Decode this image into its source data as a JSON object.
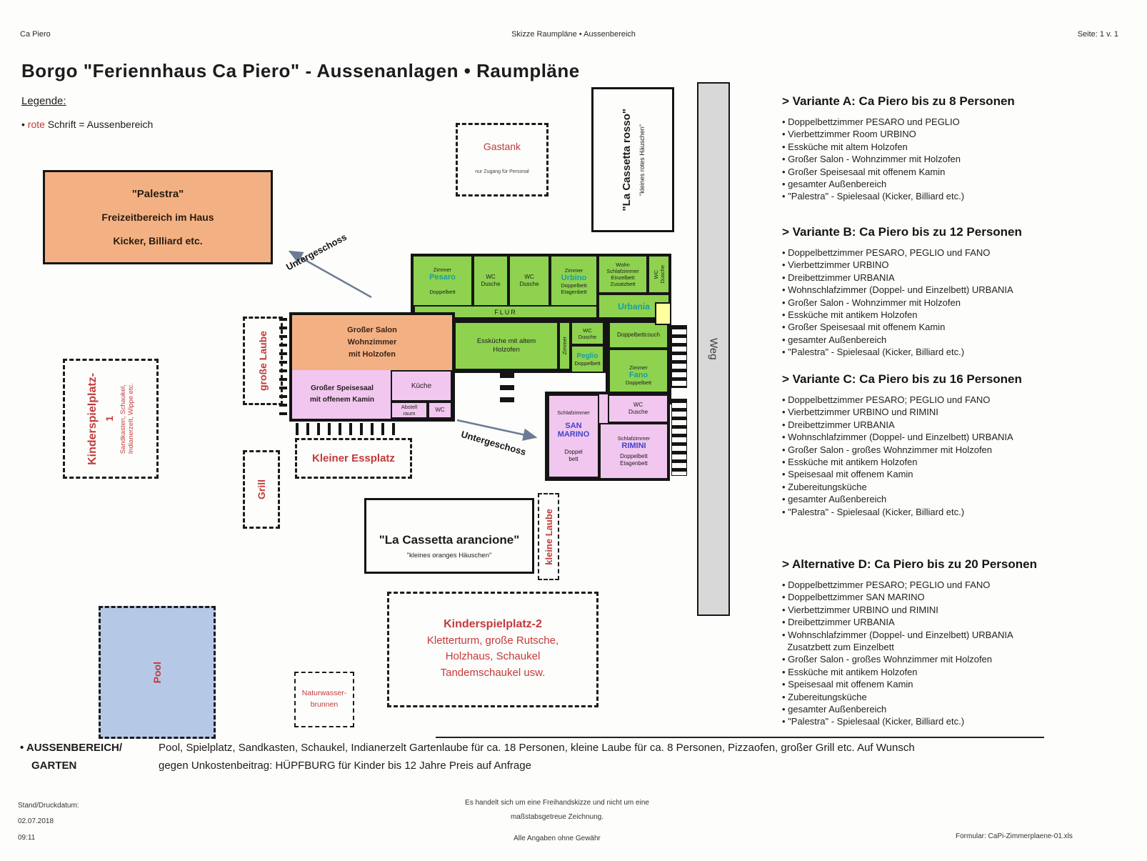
{
  "header": {
    "left": "Ca Piero",
    "center": "Skizze Raumpläne • Aussenbereich",
    "right": "Seite: 1 v. 1"
  },
  "title": "Borgo \"Feriennhaus Ca Piero\" - Aussenanlagen • Raumpläne",
  "legend": {
    "heading": "Legende:",
    "bullet": "•",
    "red_word": "rote",
    "rest": " Schrift = Aussenbereich"
  },
  "colors": {
    "outdoor_red": "#c23a3a",
    "building_green": "#8ed24f",
    "building_orange": "#f3b183",
    "building_pink": "#f1c6ef",
    "pool_blue": "#b5c9e6",
    "weg_gray": "#d8d8d8",
    "entry_yellow": "#ffff9c",
    "room_name_teal": "#179fa3",
    "room_name_blue": "#4343c6"
  },
  "plan": {
    "palestra_title": "\"Palestra\"",
    "palestra_line2": "Freizeitbereich im Haus",
    "palestra_line3": "Kicker, Billiard etc.",
    "untergeschoss": "Untergeschoss",
    "gastank_title": "Gastank",
    "gastank_note": "nur Zugang für Personal",
    "cassetta_rosso_title": "\"La Cassetta rosso\"",
    "cassetta_rosso_sub": "\"kleines rotes Häuschen\"",
    "weg": "Weg",
    "flur": "FLUR",
    "rooms": {
      "pesaro_top": "Zimmer",
      "pesaro_name": "Pesaro",
      "pesaro_bottom": "Doppelbett",
      "wc_dusche": "WC\nDusche",
      "urbino_top": "Zimmer",
      "urbino_name": "Urbino",
      "urbino_bottom": "Doppelbett\nEtagenbett",
      "wohnschlaf": "Wohn\nSchlafzimmer\nEinzelbett\nZusatzbett",
      "urbania_name": "Urbania",
      "esskueche": "Essküche mit altem\nHolzofen",
      "zimmer_vertical": "Zimmer",
      "peglio_name": "Peglio",
      "peglio_bottom": "Doppelbett",
      "doppelbettcouch": "Doppelbettcouch",
      "fano_top": "Zimmer",
      "fano_name": "Fano",
      "fano_bottom": "Doppelbett",
      "salon": "Großer Salon\nWohnzimmer\nmit Holzofen",
      "speisesaal": "Großer Speisesaal\nmit offenem Kamin",
      "kueche": "Küche",
      "abstellraum": "Abstell\nraum",
      "wc": "WC",
      "sanmarino_label": "Schlafzimmer",
      "sanmarino_name": "SAN\nMARINO",
      "sanmarino_bottom": "Doppel\nbett",
      "rimini_label": "Schlafzimmer",
      "rimini_name": "RIMINI",
      "rimini_bottom": "Doppelbett\nEtagenbett"
    },
    "outdoor": {
      "kinderspielplatz1_title": "Kinderspielplatz-",
      "kinderspielplatz1_num": "1",
      "kinderspielplatz1_detail": "Sandkasten, Schaukel,\nIndianerzelt, Wippe etc.",
      "grosse_laube": "große Laube",
      "grill": "Grill",
      "kleiner_essplatz": "Kleiner Essplatz",
      "kleine_laube": "kleine Laube",
      "cassetta_arancione_title": "\"La Cassetta arancione\"",
      "cassetta_arancione_sub": "\"kleines oranges Häuschen\"",
      "kinderspielplatz2_title": "Kinderspielplatz-2",
      "kinderspielplatz2_detail": "Kletterturm, große Rutsche,\nHolzhaus, Schaukel\nTandemschaukel usw.",
      "pool": "Pool",
      "brunnen": "Naturwasser-\nbrunnen"
    }
  },
  "variants": [
    {
      "title": "> Variante A: Ca Piero bis zu 8 Personen",
      "items": [
        "• Doppelbettzimmer PESARO und PEGLIO",
        "• Vierbettzimmer Room URBINO",
        "• Essküche mit altem Holzofen",
        "• Großer Salon - Wohnzimmer mit Holzofen",
        "• Großer Speisesaal mit offenem Kamin",
        "• gesamter Außenbereich",
        "• \"Palestra\" - Spielesaal (Kicker, Billiard etc.)"
      ]
    },
    {
      "title": "> Variante B: Ca Piero bis zu 12 Personen",
      "items": [
        "• Doppelbettzimmer PESARO, PEGLIO und FANO",
        "• Vierbettzimmer URBINO",
        "• Dreibettzimmer URBANIA",
        "• Wohnschlafzimmer (Doppel- und Einzelbett) URBANIA",
        "• Großer Salon - Wohnzimmer mit Holzofen",
        "• Essküche mit antikem Holzofen",
        "• Großer Speisesaal mit offenem Kamin",
        "• gesamter Außenbereich",
        "• \"Palestra\" - Spielesaal (Kicker, Billiard etc.)"
      ]
    },
    {
      "title": "> Variante C: Ca Piero bis zu 16 Personen",
      "items": [
        "• Doppelbettzimmer PESARO; PEGLIO und FANO",
        "• Vierbettzimmer URBINO und RIMINI",
        "• Dreibettzimmer URBANIA",
        "• Wohnschlafzimmer (Doppel- und Einzelbett) URBANIA",
        "• Großer Salon - großes Wohnzimmer mit Holzofen",
        "• Essküche mit antikem Holzofen",
        "• Speisesaal mit offenem Kamin",
        "• Zubereitungsküche",
        "• gesamter Außenbereich",
        "• \"Palestra\" - Spielesaal (Kicker, Billiard etc.)"
      ]
    },
    {
      "title": "> Alternative D: Ca Piero bis zu 20 Personen",
      "items": [
        "• Doppelbettzimmer PESARO; PEGLIO und FANO",
        "• Doppelbettzimmer SAN MARINO",
        "• Vierbettzimmer URBINO und RIMINI",
        "• Dreibettzimmer URBANIA",
        "• Wohnschlafzimmer (Doppel- und Einzelbett) URBANIA\n  Zusatzbett zum Einzelbett",
        "• Großer Salon - großes Wohnzimmer mit Holzofen",
        "• Essküche mit antikem Holzofen",
        "• Speisesaal mit offenem Kamin",
        "• Zubereitungsküche",
        "• gesamter Außenbereich",
        "• \"Palestra\" - Spielesaal (Kicker, Billiard etc.)"
      ]
    }
  ],
  "garten": {
    "label_line1": "• AUSSENBEREICH/",
    "label_line2": "GARTEN",
    "text_line1": "Pool, Spielplatz, Sandkasten, Schaukel, Indianerzelt  Gartenlaube für ca. 18 Personen, kleine Laube für  ca. 8 Personen, Pizzaofen, großer Grill etc. Auf Wunsch",
    "text_line2": "gegen Unkostenbeitrag:  HÜPFBURG für Kinder bis 12 Jahre Preis auf Anfrage"
  },
  "footer": {
    "left1": "Stand/Druckdatum:",
    "left2": "02.07.2018",
    "left3": "09:11",
    "center1": "Es handelt  sich um eine Freihandskizze und nicht um eine",
    "center2": "maßstabsgetreue Zeichnung.",
    "center3": "Alle Angaben ohne Gewähr",
    "right": "Formular: CaPi-Zimmerplaene-01.xls"
  }
}
